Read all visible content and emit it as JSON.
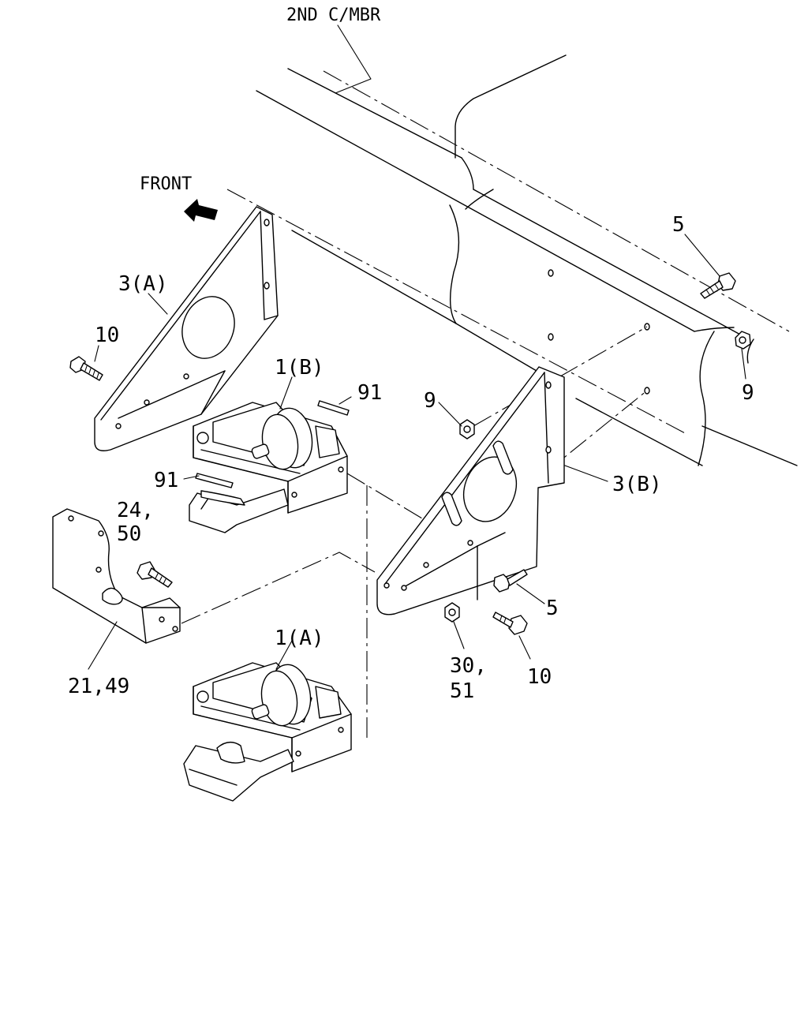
{
  "labels": {
    "frame_member": "2ND C/MBR",
    "front": "FRONT",
    "bracket_a": "3(A)",
    "bracket_b": "3(B)",
    "mount_b": "1(B)",
    "mount_a": "1(A)",
    "bolt_10_left": "10",
    "bolt_10_right": "10",
    "bolt_5_top": "5",
    "bolt_5_bottom": "5",
    "nut_9_left": "9",
    "nut_9_right": "9",
    "pin_91_upper": "91",
    "pin_91_lower": "91",
    "bolt_24_50_line1": "24,",
    "bolt_24_50_line2": "50",
    "plate_21_49": "21,49",
    "nut_30_51_line1": "30,",
    "nut_30_51_line2": "51"
  }
}
